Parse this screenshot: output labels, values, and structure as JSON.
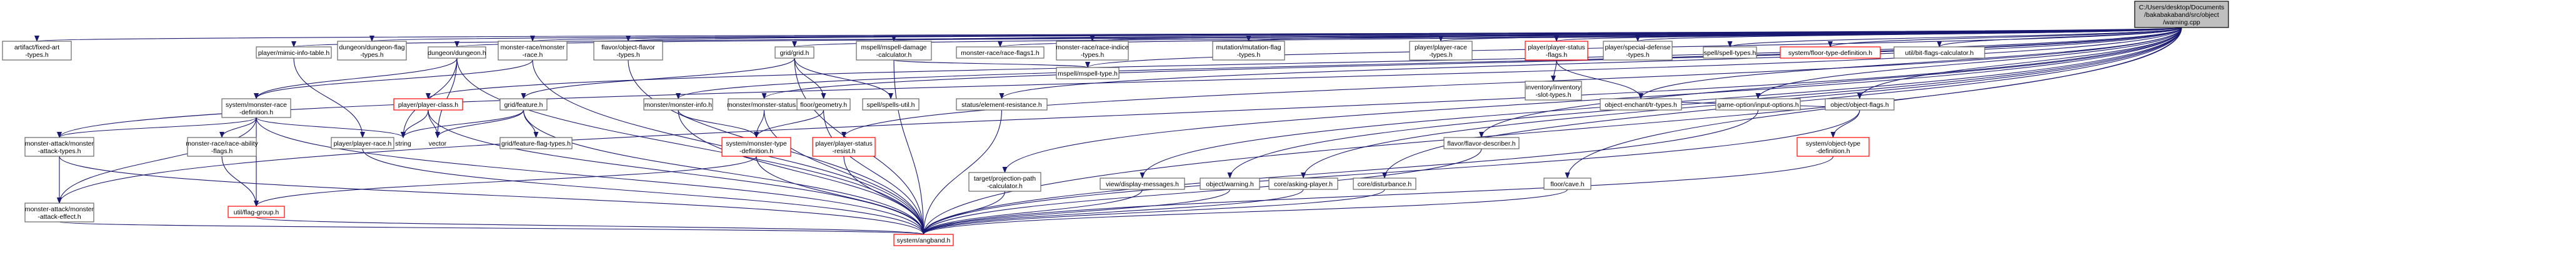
{
  "graph": {
    "root": [
      "C:/Users/desktop/Documents",
      "/bakabakaband/src/object",
      "/warning.cpp"
    ],
    "nodes": {
      "artifact_fixed_art": [
        "artifact/fixed-art",
        "-types.h"
      ],
      "monster_attack_effect": [
        "monster-attack/monster",
        "-attack-effect.h"
      ],
      "player_mimic_info": [
        "player/mimic-info-table.h"
      ],
      "dungeon_flag": [
        "dungeon/dungeon-flag",
        "-types.h"
      ],
      "dungeon_dungeon": [
        "dungeon/dungeon.h"
      ],
      "monster_race_race": [
        "monster-race/monster",
        "-race.h"
      ],
      "flavor_object": [
        "flavor/object-flavor",
        "-types.h"
      ],
      "grid_grid": [
        "grid/grid.h"
      ],
      "mspell_damage": [
        "mspell/mspell-damage",
        "-calculator.h"
      ],
      "race_flags1": [
        "monster-race/race-flags1.h"
      ],
      "race_indice": [
        "monster-race/race-indice",
        "-types.h"
      ],
      "mutation_flag": [
        "mutation/mutation-flag",
        "-types.h"
      ],
      "player_race_types": [
        "player/player-race",
        "-types.h"
      ],
      "player_status_flags": [
        "player/player-status",
        "-flags.h"
      ],
      "special_defense": [
        "player/special-defense",
        "-types.h"
      ],
      "spell_types": [
        "spell/spell-types.h"
      ],
      "floor_type_def": [
        "system/floor-type-definition.h"
      ],
      "bit_flags": [
        "util/bit-flags-calculator.h"
      ],
      "system_race_def": [
        "system/monster-race",
        "-definition.h"
      ],
      "player_class": [
        "player/player-class.h"
      ],
      "grid_feature": [
        "grid/feature.h"
      ],
      "monster_info": [
        "monster/monster-info.h"
      ],
      "monster_status": [
        "monster/monster-status.h"
      ],
      "floor_geometry": [
        "floor/geometry.h"
      ],
      "spells_util": [
        "spell/spells-util.h"
      ],
      "status_element": [
        "status/element-resistance.h"
      ],
      "mspell_type": [
        "mspell/mspell-type.h"
      ],
      "inventory_slot": [
        "inventory/inventory",
        "-slot-types.h"
      ],
      "enchant": [
        "object-enchant/tr-types.h"
      ],
      "game_option": [
        "game-option/input-options.h"
      ],
      "object_flags": [
        "object/object-flags.h"
      ],
      "monster_attack_types": [
        "monster-attack/monster",
        "-attack-types.h"
      ],
      "race_ability": [
        "monster-race/race-ability",
        "-flags.h"
      ],
      "player_race": [
        "player/player-race.h"
      ],
      "string": [
        "string"
      ],
      "vector": [
        "vector"
      ],
      "feature_flag": [
        "grid/feature-flag-types.h"
      ],
      "system_monster_type": [
        "system/monster-type",
        "-definition.h"
      ],
      "player_status_resist": [
        "player/player-status",
        "-resist.h"
      ],
      "projection_path": [
        "target/projection-path",
        "-calculator.h"
      ],
      "display_messages": [
        "view/display-messages.h"
      ],
      "object_warning": [
        "object/warning.h"
      ],
      "core_asking": [
        "core/asking-player.h"
      ],
      "core_disturbance": [
        "core/disturbance.h"
      ],
      "flavor_describer": [
        "flavor/flavor-describer.h"
      ],
      "floor_cave": [
        "floor/cave.h"
      ],
      "system_object_type": [
        "system/object-type",
        "-definition.h"
      ],
      "flag_group": [
        "util/flag-group.h"
      ],
      "angband": [
        "system/angband.h"
      ]
    }
  }
}
